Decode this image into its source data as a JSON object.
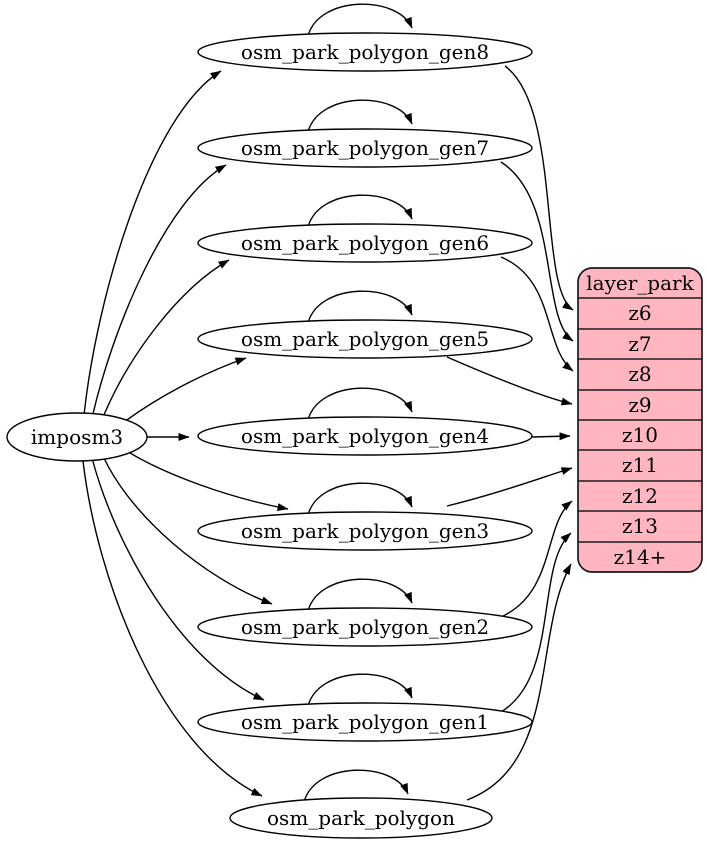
{
  "diagram": {
    "source_node": {
      "label": "imposm3"
    },
    "tables": [
      {
        "label": "osm_park_polygon_gen8",
        "maps_to": "z6"
      },
      {
        "label": "osm_park_polygon_gen7",
        "maps_to": "z7"
      },
      {
        "label": "osm_park_polygon_gen6",
        "maps_to": "z8"
      },
      {
        "label": "osm_park_polygon_gen5",
        "maps_to": "z9"
      },
      {
        "label": "osm_park_polygon_gen4",
        "maps_to": "z10"
      },
      {
        "label": "osm_park_polygon_gen3",
        "maps_to": "z11"
      },
      {
        "label": "osm_park_polygon_gen2",
        "maps_to": "z12"
      },
      {
        "label": "osm_park_polygon_gen1",
        "maps_to": "z13"
      },
      {
        "label": "osm_park_polygon",
        "maps_to": "z14+"
      }
    ],
    "layer_node": {
      "title": "layer_park",
      "rows": [
        "z6",
        "z7",
        "z8",
        "z9",
        "z10",
        "z11",
        "z12",
        "z13",
        "z14+"
      ]
    },
    "colors": {
      "layer_fill": "#ffb6c1",
      "node_fill": "#ffffff",
      "line": "#000000"
    }
  }
}
